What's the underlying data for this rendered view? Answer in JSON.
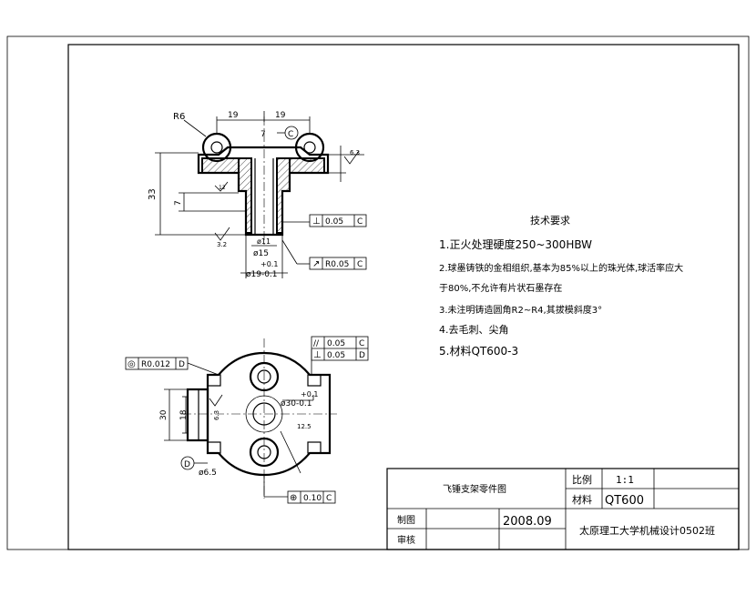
{
  "tech_requirements": {
    "title": "技术要求",
    "items": [
      "1.正火处理硬度250~300HBW",
      "2.球墨铸铁的金相组织,基本为85%以上的珠光体,球活率应大",
      "于80%,不允许有片状石墨存在",
      "3.未注明铸造圆角R2~R4,其拔模斜度3°",
      "4.去毛刺、尖角",
      "5.材料QT600-3"
    ]
  },
  "title_block": {
    "part_name": "飞锤支架零件图",
    "scale_label": "比例",
    "scale_value": "1:1",
    "material_label": "材料",
    "material_value": "QT600",
    "drawn_label": "制图",
    "date": "2008.09",
    "checked_label": "审核",
    "organization": "太原理工大学机械设计0502班"
  },
  "front_view": {
    "dims": {
      "r6": "R6",
      "w19_left": "19",
      "w19_right": "19",
      "dim7_top": "7",
      "height_33": "33",
      "dim7_side": "7",
      "dia11": "ø11",
      "dia15": "ø15",
      "tol_plus": "+0.1",
      "dia19": "ø19-0.1",
      "rough_63": "6.3",
      "rough_32": "3.2",
      "rough_12": "12",
      "datum_c": "C"
    },
    "fcf_perp": {
      "symbol": "⊥",
      "value": "0.05",
      "datum": "C"
    },
    "fcf_runout": {
      "symbol": "↗",
      "value": "R0.05",
      "datum": "C"
    }
  },
  "top_view": {
    "dims": {
      "dia30": "ø30-0.1",
      "tol_plus": "+0.1",
      "dim30": "30",
      "dim18": "18",
      "dia65": "ø6.5",
      "dim125": "12.5",
      "rough_63": "6.3",
      "datum_d": "D"
    },
    "fcf_parallel": {
      "symbol": "//",
      "value": "0.05",
      "datum": "C"
    },
    "fcf_perp": {
      "symbol": "⊥",
      "value": "0.05",
      "datum": "D"
    },
    "fcf_concentric": {
      "symbol": "◎",
      "value": "R0.012",
      "datum": "D"
    },
    "fcf_position": {
      "symbol": "⊕",
      "value": "0.10",
      "datum": "C"
    }
  }
}
